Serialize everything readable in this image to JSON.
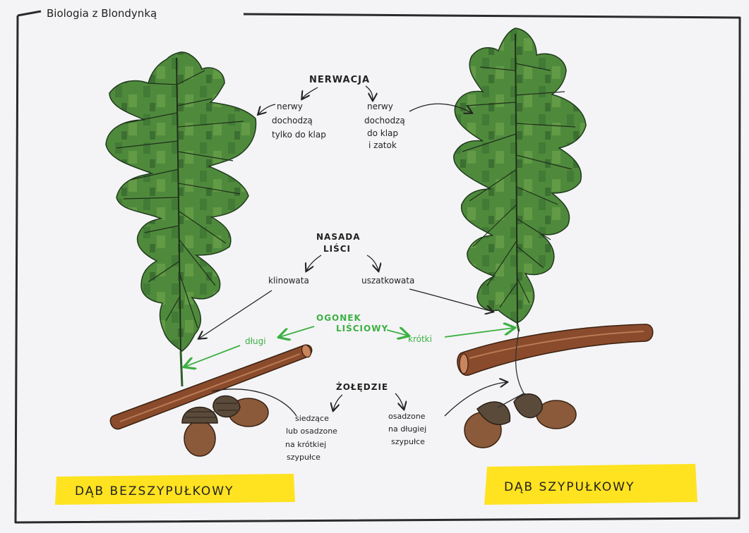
{
  "header": {
    "brand": "Biologia z Blondynką"
  },
  "nervation": {
    "title": "NERWACJA",
    "left": [
      "nerwy",
      "dochodzą",
      "tylko do klap"
    ],
    "right": [
      "nerwy",
      "dochodzą",
      "do klap",
      "i zatok"
    ]
  },
  "leaf_base": {
    "title": [
      "NASADA",
      "LIŚCI"
    ],
    "left": "klinowata",
    "right": "uszatkowata"
  },
  "petiole": {
    "title": [
      "OGONEK",
      "LIŚCIOWY"
    ],
    "left": "długi",
    "right": "krótki"
  },
  "acorns": {
    "title": "ŻOŁĘDZIE",
    "left": [
      "siedzące",
      "lub osadzone",
      "na krótkiej",
      "szypułce"
    ],
    "right": [
      "osadzone",
      "na długiej",
      "szypułce"
    ]
  },
  "species": {
    "left": "DĄB BEZSZYPUŁKOWY",
    "right": "DĄB SZYPUŁKOWY"
  },
  "colors": {
    "leaf": "#4f8a3c",
    "leaf_dark": "#2f5e2a",
    "leaf_light": "#7fb05a",
    "branch": "#8a4b2c",
    "acorn": "#8b5a3a",
    "cupule": "#5a4a3a",
    "highlight": "#ffe014",
    "petiole_arrow": "#3cb043"
  }
}
